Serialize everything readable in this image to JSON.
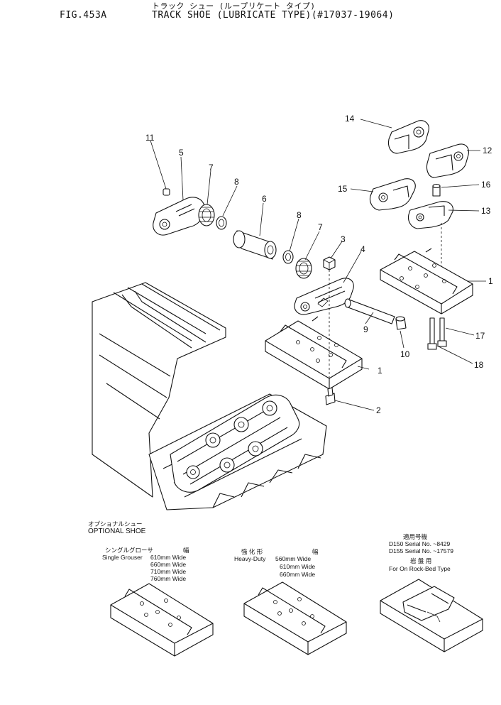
{
  "header": {
    "fig": "FIG.453A",
    "title_jp": "トラック シュー (ループリケート タイプ)",
    "title_en": "TRACK SHOE (LUBRICATE TYPE)(#17037-19064)"
  },
  "callouts": [
    "1",
    "1",
    "2",
    "3",
    "4",
    "5",
    "6",
    "7",
    "7",
    "8",
    "8",
    "9",
    "10",
    "11",
    "12",
    "13",
    "14",
    "15",
    "16",
    "17",
    "18"
  ],
  "optional": {
    "heading_jp": "オプショナルシュー",
    "heading_en": "OPTIONAL SHOE",
    "single": {
      "title_jp": "シングルグローサ",
      "title_en": "Single Grouser",
      "width_jp": "幅",
      "widths": [
        "610mm Wide",
        "660mm Wide",
        "710mm Wide",
        "760mm Wide"
      ]
    },
    "heavy": {
      "title_jp": "強 化 形",
      "title_en": "Heavy-Duty",
      "width_jp": "幅",
      "widths": [
        "560mm Wide",
        "610mm Wide",
        "660mm Wide"
      ]
    },
    "rock": {
      "title_jp": "適用号機",
      "serial_1": "D150 Serial No. ~8429",
      "serial_2": "D155 Serial No. ~17579",
      "use_jp": "岩 盤 用",
      "use_en": "For On Rock-Bed Type"
    }
  }
}
